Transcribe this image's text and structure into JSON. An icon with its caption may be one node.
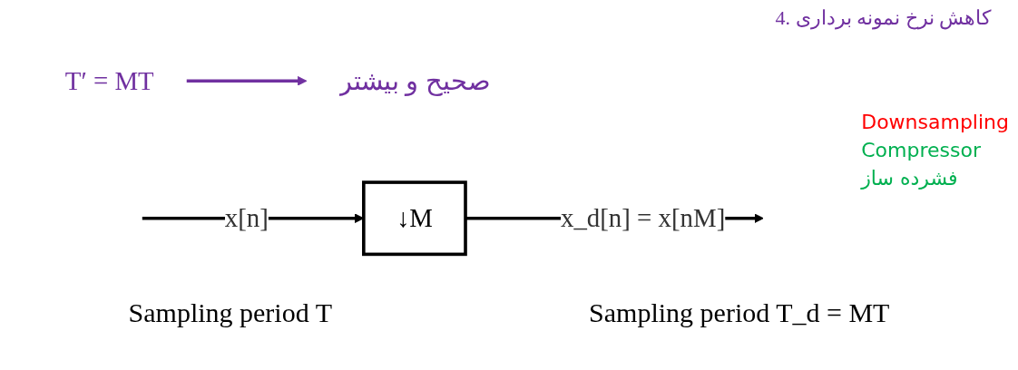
{
  "diagram": {
    "nodes": [
      {
        "text": [
          "T′ = MT"
        ]
      },
      {
        "text": [
          "صحیح و بیشتر"
        ]
      },
      {
        "text": [
          "↓M"
        ],
        "beside": [
          "Downsampling",
          "Compressor",
          "فشرده ساز"
        ]
      }
    ],
    "edges": [
      {
        "from": 0,
        "to": 1,
        "arrow": "to",
        "color": "#7030a0"
      },
      {
        "from": null,
        "to": 2,
        "label": "x[n]",
        "arrow": "to"
      },
      {
        "from": 2,
        "to": null,
        "label": "x_d[n] = x[nM]",
        "arrow": "to"
      }
    ],
    "labels": [
      "4. کاهش نرخ نمونه برداری",
      "Sampling period T",
      "Sampling period T_d = MT"
    ]
  }
}
